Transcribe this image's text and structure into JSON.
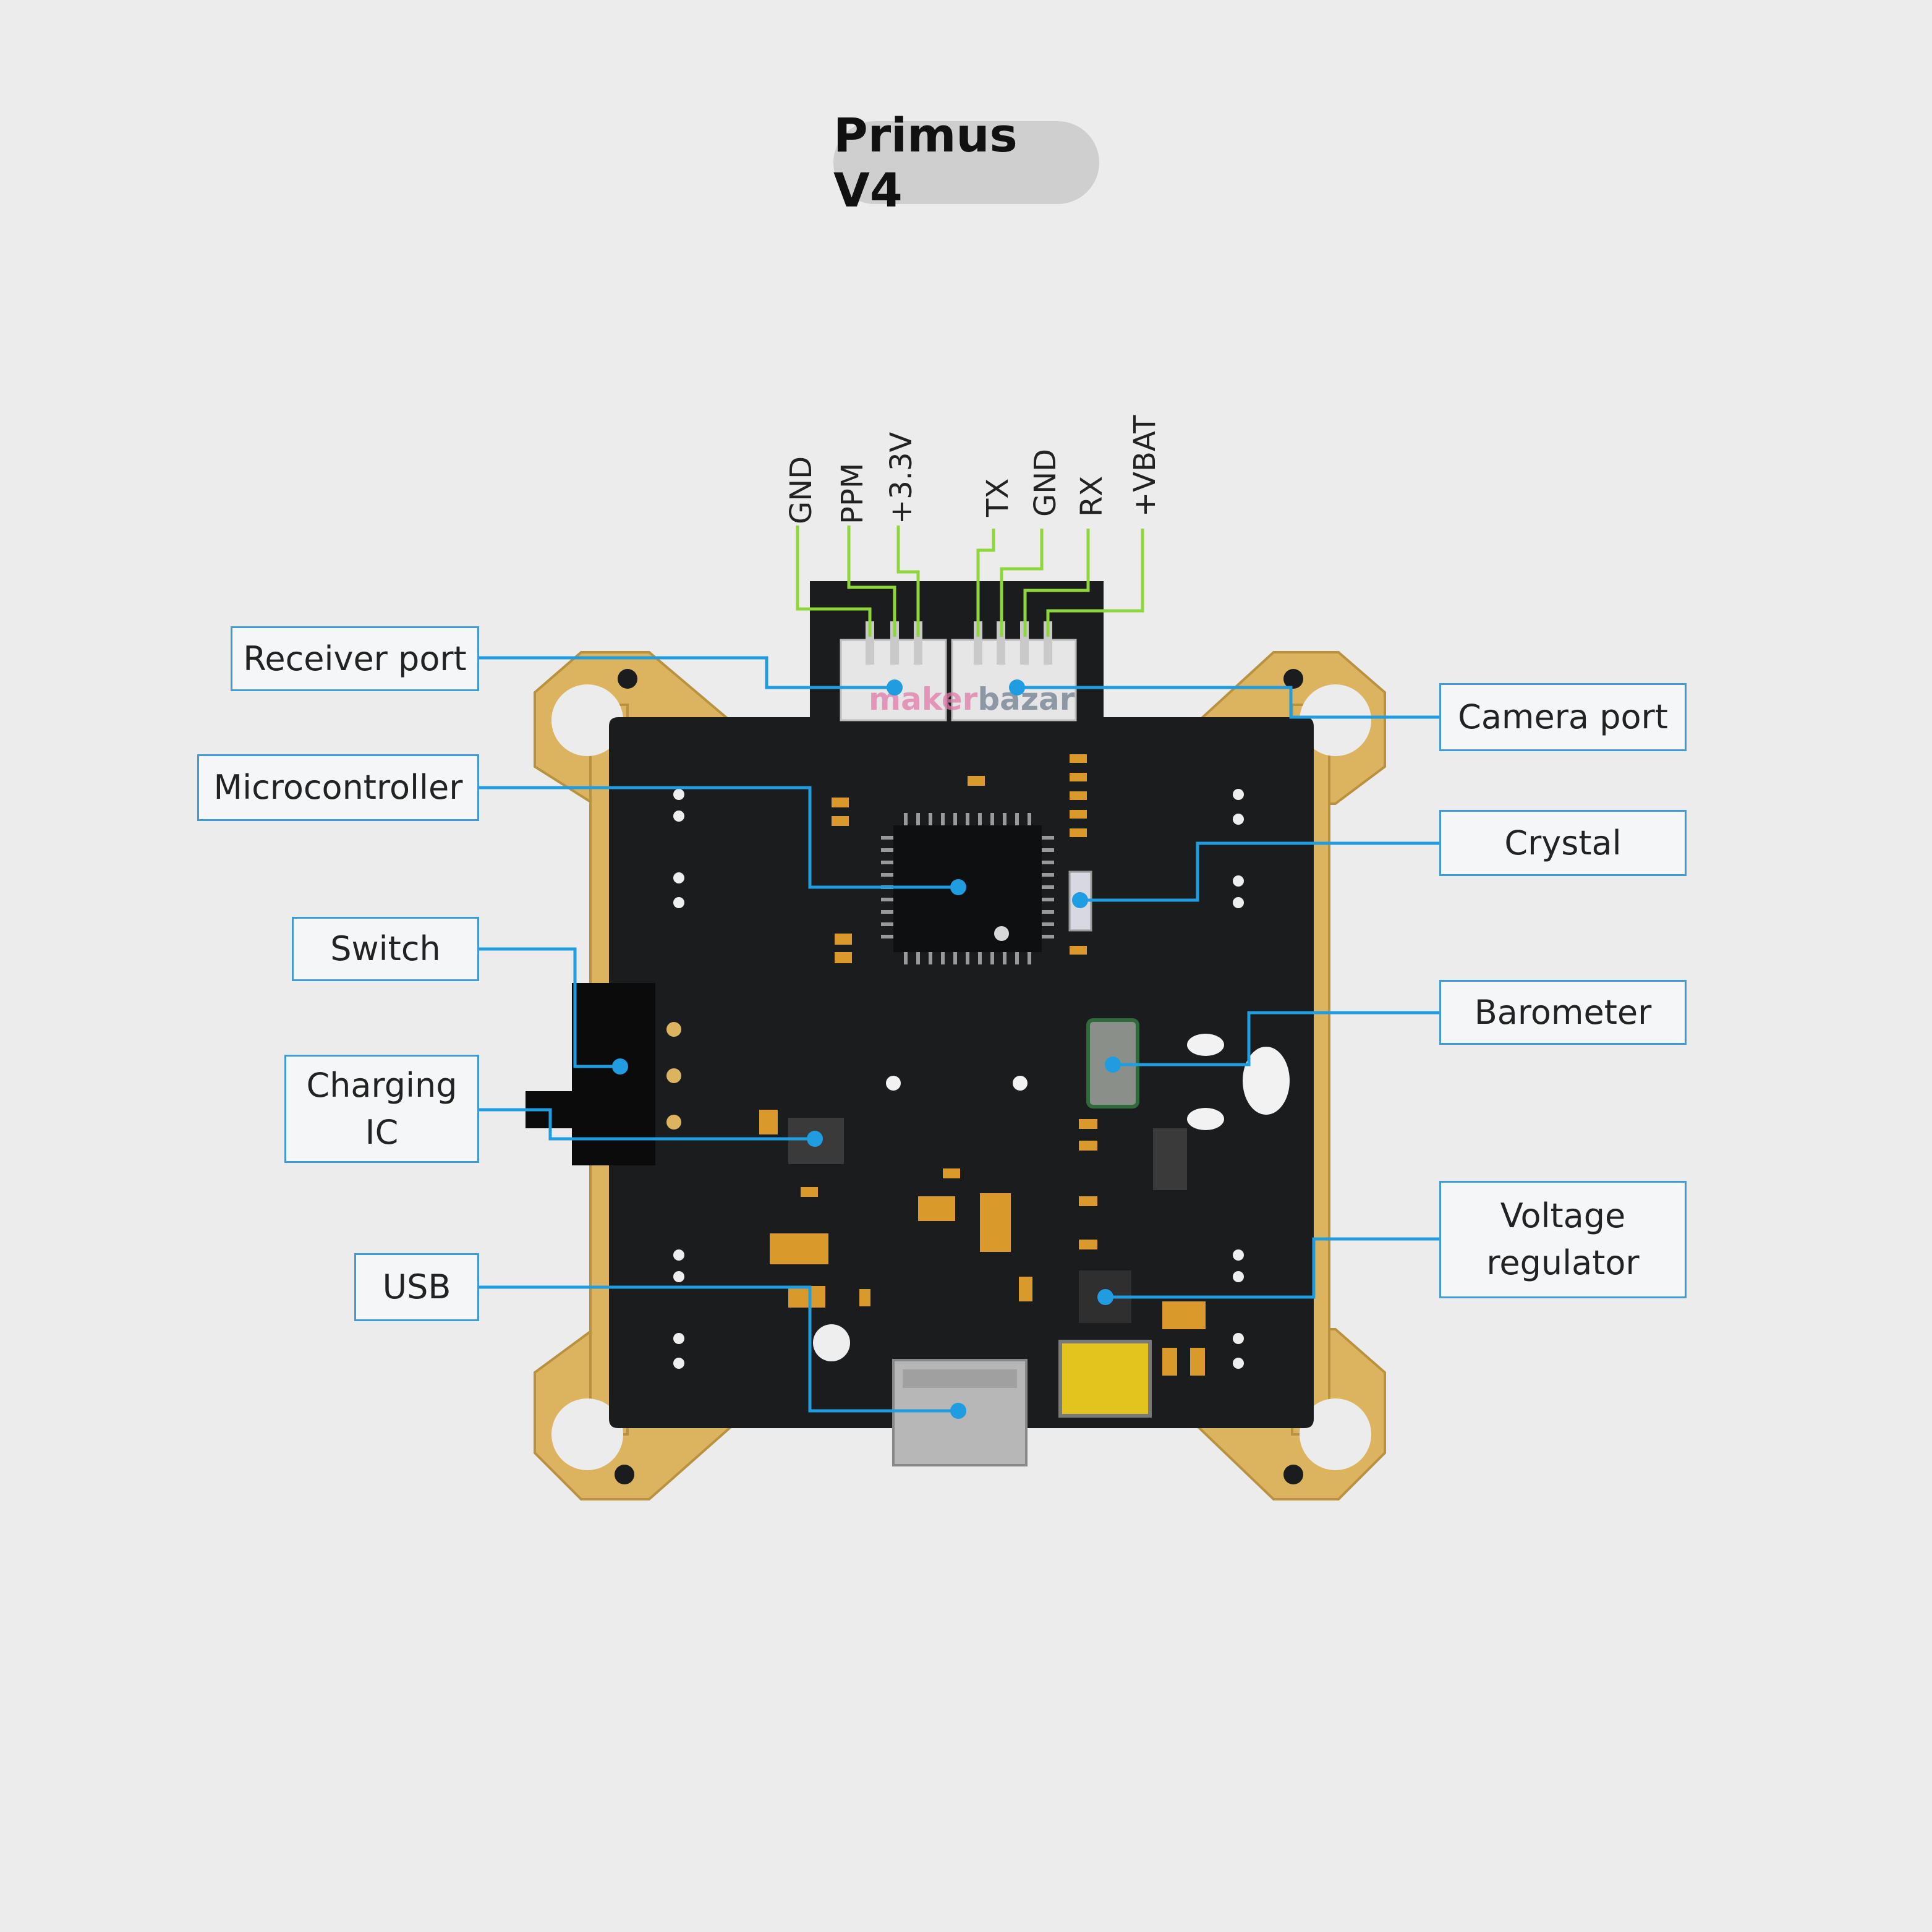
{
  "title": "Primus V4",
  "watermark": {
    "part1": "maker",
    "part2": "bazar"
  },
  "pin_labels": {
    "receiver": [
      "GND",
      "PPM",
      "+3.3V"
    ],
    "camera": [
      "TX",
      "GND",
      "RX",
      "+VBAT"
    ]
  },
  "callouts": {
    "receiver_port": "Receiver port",
    "microcontroller": "Microcontroller",
    "switch": "Switch",
    "charging_ic": [
      "Charging",
      "IC"
    ],
    "usb": "USB",
    "camera_port": "Camera port",
    "crystal": "Crystal",
    "barometer": "Barometer",
    "voltage_regulator": [
      "Voltage",
      "regulator"
    ]
  },
  "colors": {
    "background": "#ececec",
    "pcb": "#1b1c1d",
    "gold": "#dcb460",
    "callout_line": "#1f9de0",
    "pin_line": "#8fd63c",
    "connector": "#e8e8e8"
  }
}
